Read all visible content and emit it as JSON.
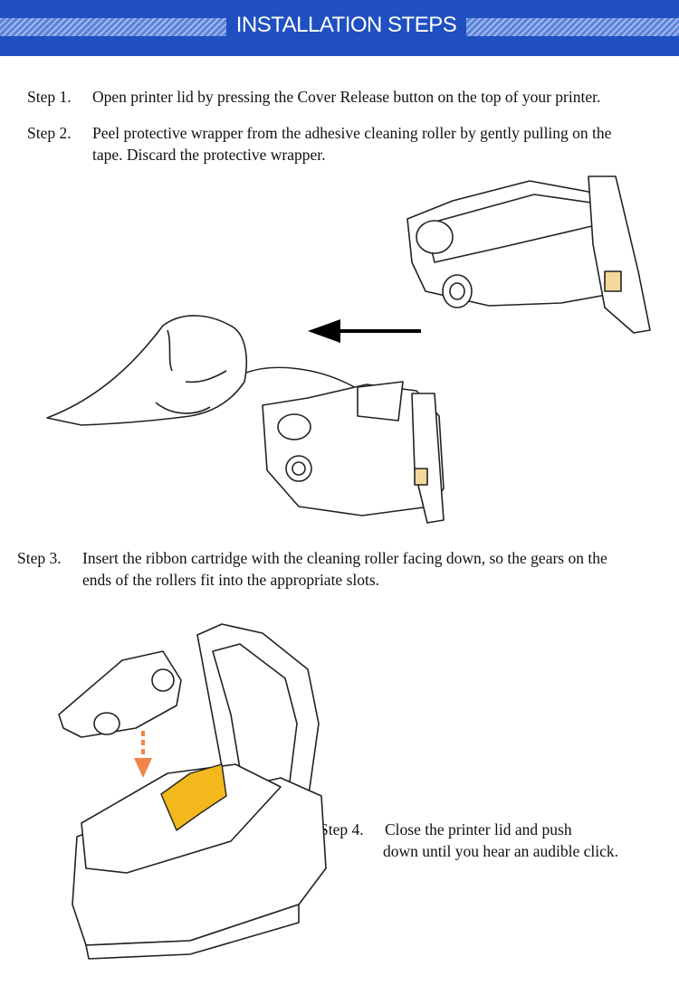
{
  "header": {
    "title": "INSTALLATION STEPS"
  },
  "steps": [
    {
      "number": "Step 1.",
      "text": "Open printer lid by pressing the Cover Release button on the top of your printer."
    },
    {
      "number": "Step 2.",
      "text": "Peel protective wrapper from the adhesive cleaning roller by gently pulling on the",
      "text2": "tape. Discard the protective wrapper."
    },
    {
      "number": "Step 3.",
      "text": "Insert the ribbon cartridge with the cleaning roller facing down, so the gears on the",
      "text2": "ends of the rollers fit into the appropriate slots."
    },
    {
      "number": "Step 4.",
      "text": "Close the printer lid and push",
      "text2": "down until you hear an audible click."
    }
  ],
  "colors": {
    "header": "#1f4fc0",
    "band": "#9fb8ee",
    "cartridge": "#f2b81c",
    "arrow": "#f0844a"
  }
}
